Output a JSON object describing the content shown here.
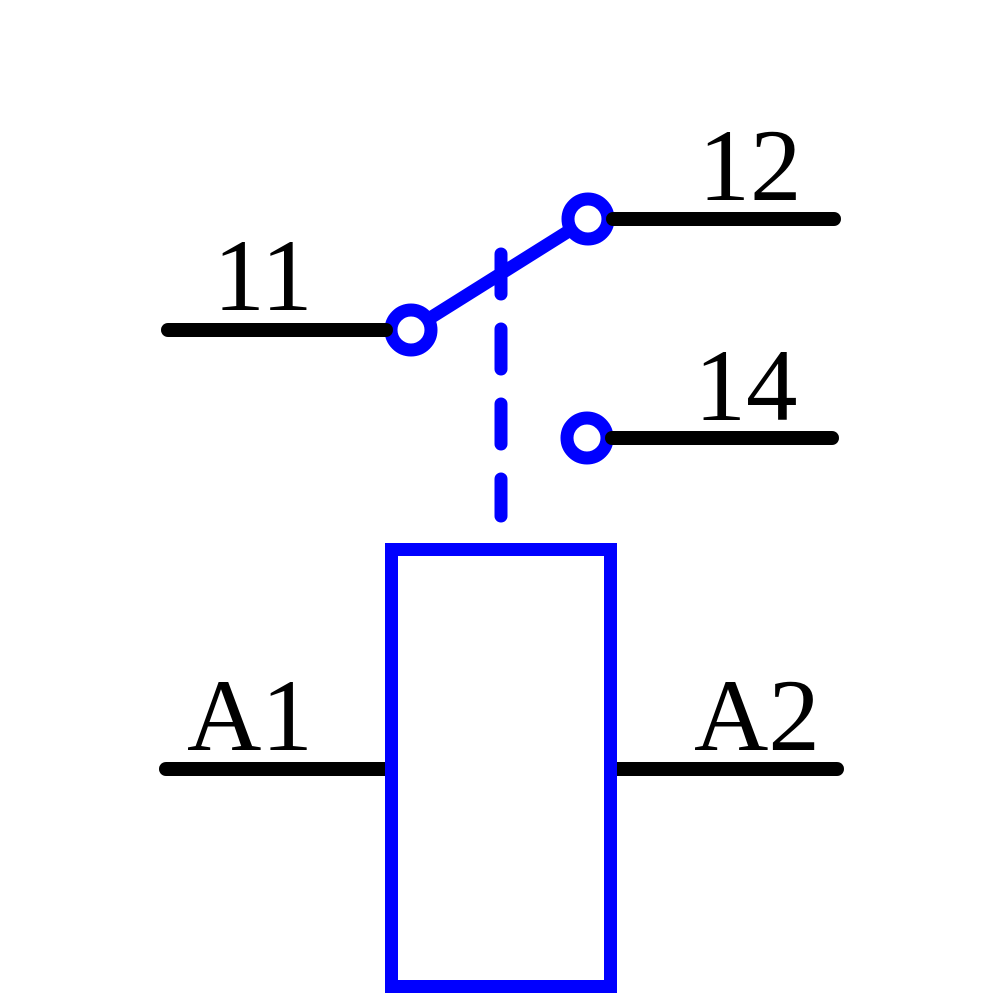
{
  "diagram": {
    "type": "relay-changeover-contact-schematic",
    "terminals": {
      "common": "11",
      "normally_closed": "12",
      "normally_open": "14",
      "coil_left": "A1",
      "coil_right": "A2"
    },
    "colors": {
      "symbol": "#0000ff",
      "wire": "#000000",
      "background": "#ffffff",
      "label": "#000000"
    }
  }
}
